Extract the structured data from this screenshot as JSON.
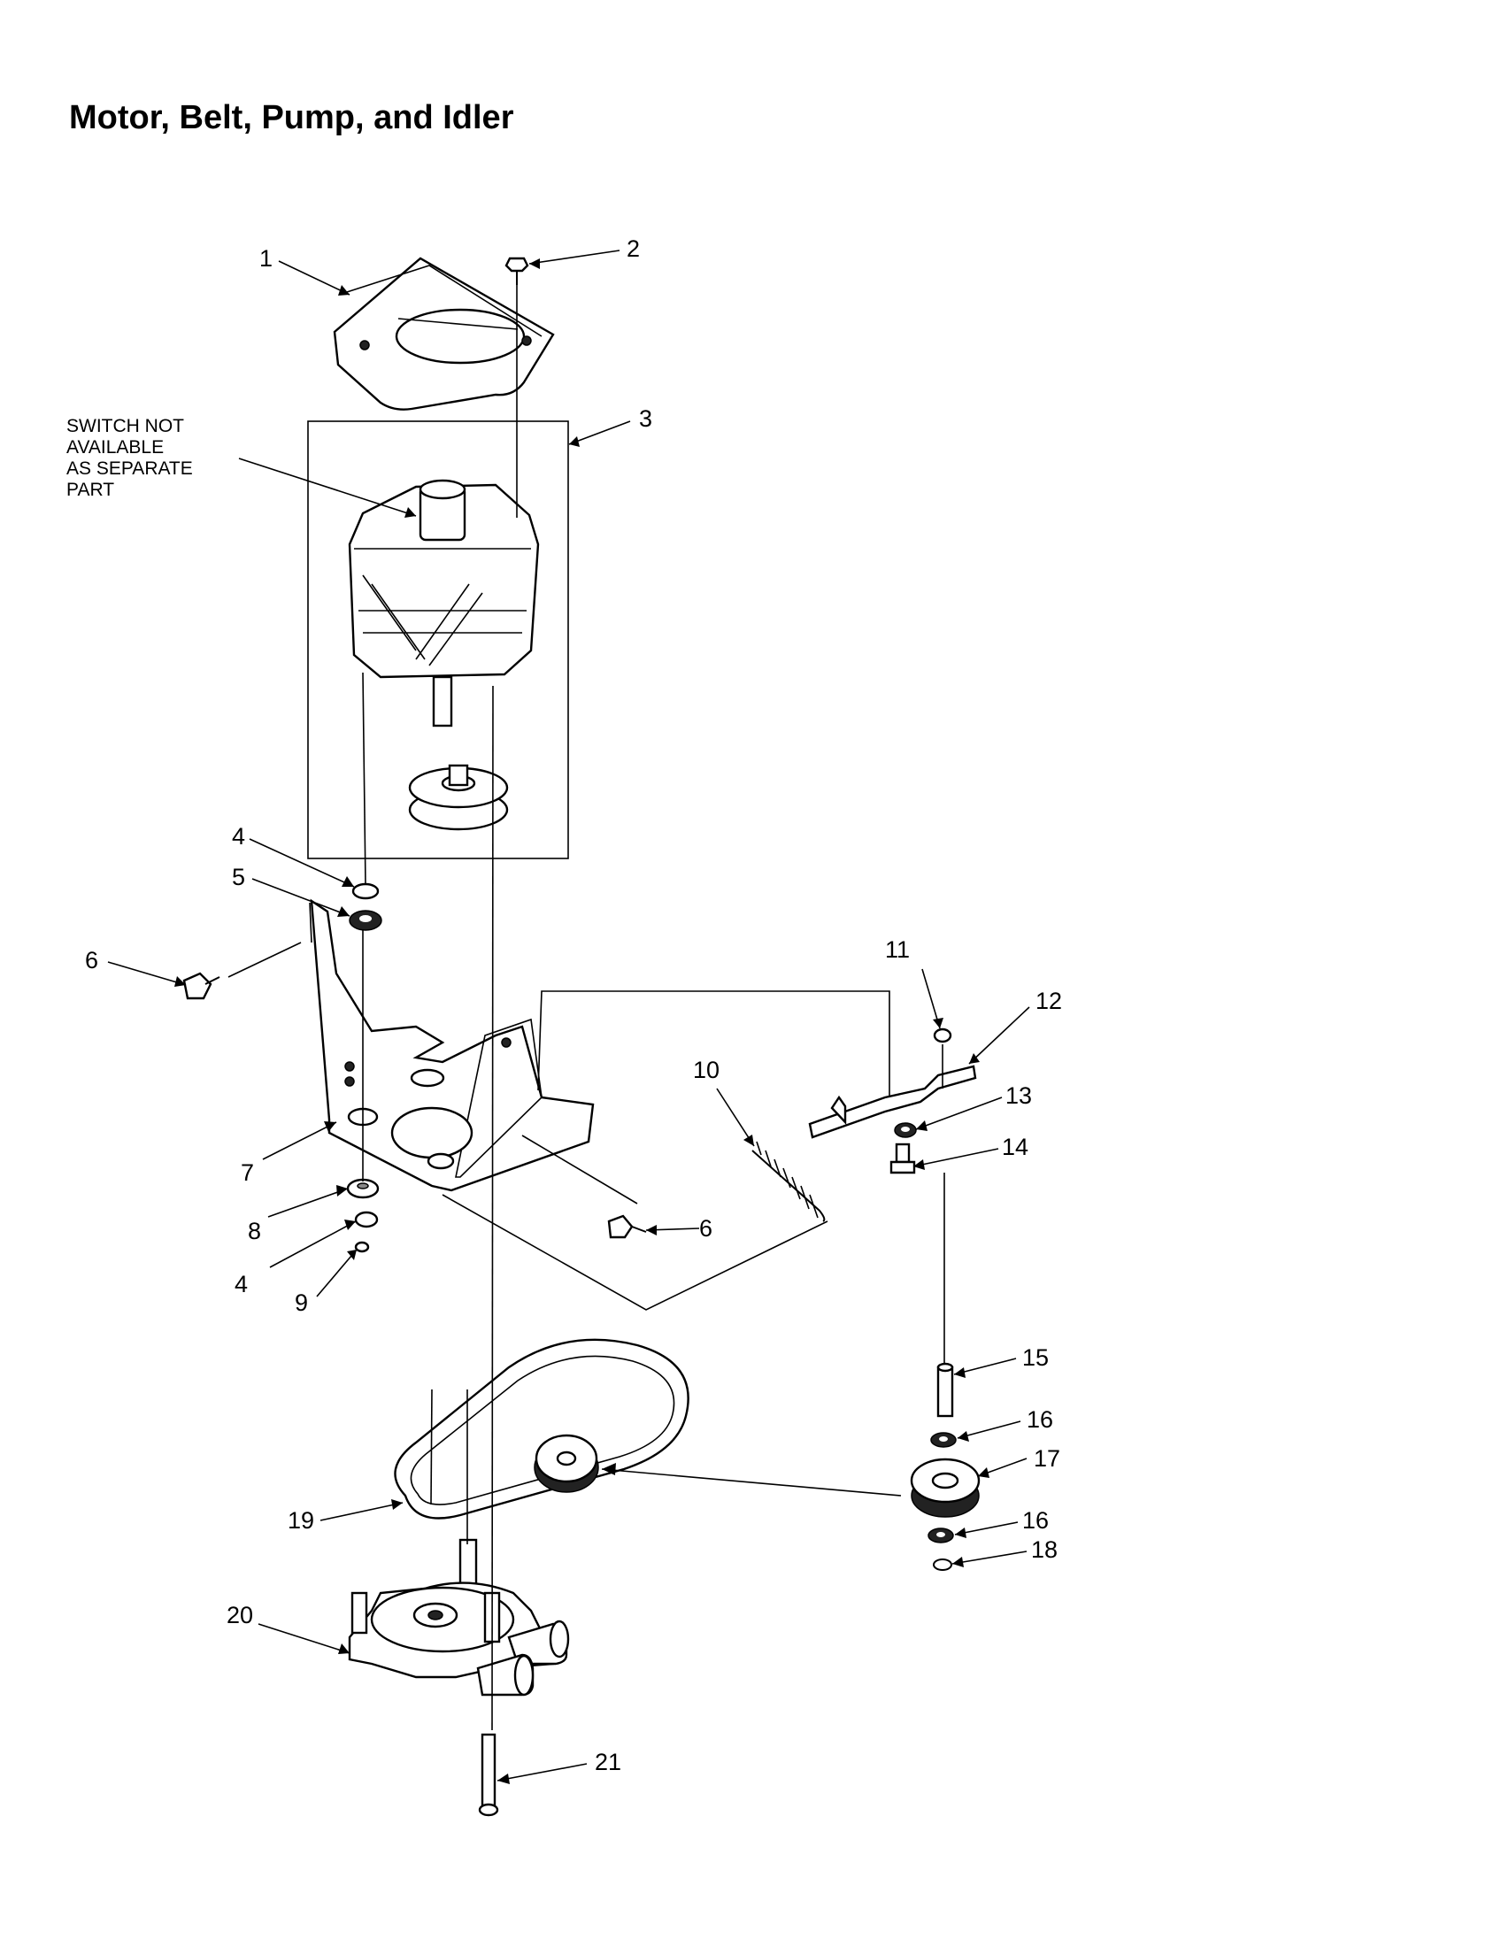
{
  "title": "Motor, Belt, Pump, and Idler",
  "note": [
    "SWITCH NOT",
    "AVAILABLE",
    "AS SEPARATE",
    "PART"
  ],
  "callouts": [
    {
      "id": "c1",
      "text": "1"
    },
    {
      "id": "c2",
      "text": "2"
    },
    {
      "id": "c3",
      "text": "3"
    },
    {
      "id": "c4a",
      "text": "4"
    },
    {
      "id": "c5",
      "text": "5"
    },
    {
      "id": "c6a",
      "text": "6"
    },
    {
      "id": "c7",
      "text": "7"
    },
    {
      "id": "c8",
      "text": "8"
    },
    {
      "id": "c4b",
      "text": "4"
    },
    {
      "id": "c9",
      "text": "9"
    },
    {
      "id": "c6b",
      "text": "6"
    },
    {
      "id": "c10",
      "text": "10"
    },
    {
      "id": "c11",
      "text": "11"
    },
    {
      "id": "c12",
      "text": "12"
    },
    {
      "id": "c13",
      "text": "13"
    },
    {
      "id": "c14",
      "text": "14"
    },
    {
      "id": "c15",
      "text": "15"
    },
    {
      "id": "c16a",
      "text": "16"
    },
    {
      "id": "c17",
      "text": "17"
    },
    {
      "id": "c16b",
      "text": "16"
    },
    {
      "id": "c18",
      "text": "18"
    },
    {
      "id": "c19",
      "text": "19"
    },
    {
      "id": "c20",
      "text": "20"
    },
    {
      "id": "c21",
      "text": "21"
    }
  ]
}
